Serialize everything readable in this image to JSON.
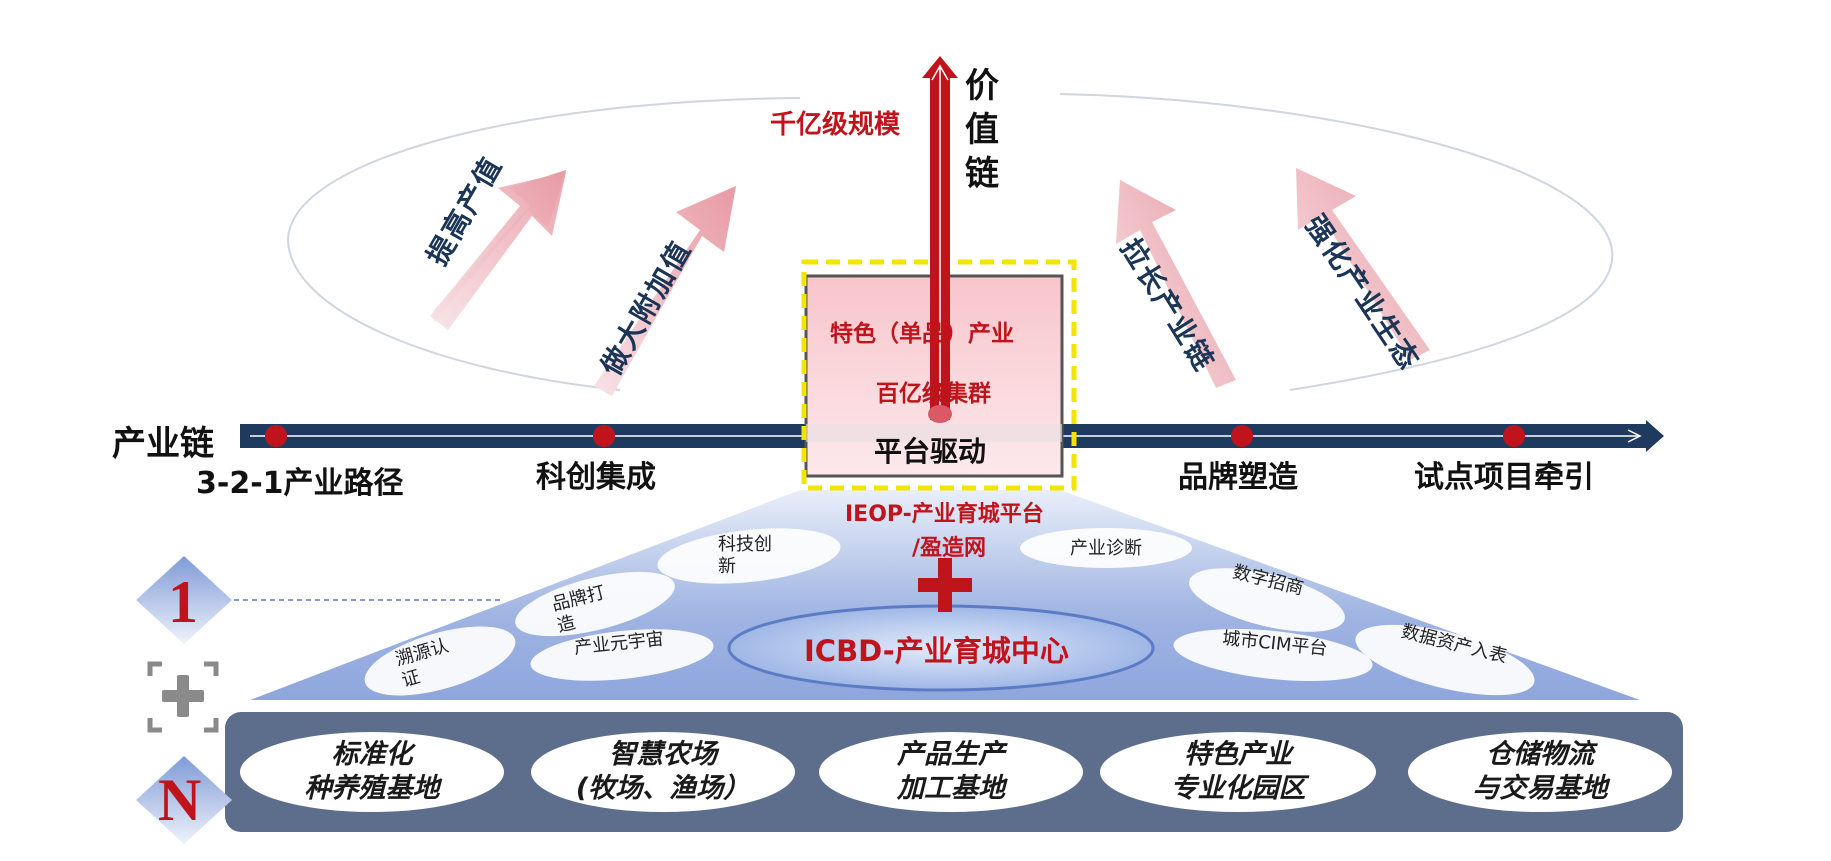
{
  "value_chain": {
    "label": "价值链",
    "scale_label": "千亿级规模"
  },
  "upward_arrows": [
    {
      "label": "提高产值"
    },
    {
      "label": "做大附加值"
    },
    {
      "label": "拉长产业链"
    },
    {
      "label": "强化产业生态"
    }
  ],
  "industry_chain": {
    "label": "产业链",
    "path_label": "3-2-1产业路径",
    "stages": [
      "科创集成",
      "品牌塑造",
      "试点项目牵引"
    ]
  },
  "platform_box": {
    "line1": "特色（单品）产业",
    "line2": "百亿级集群",
    "driver": "平台驱动"
  },
  "platform": {
    "ieop_line1": "IEOP-产业育城平台",
    "ieop_line2": "/盈造网",
    "center": "ICBD-产业育城中心"
  },
  "services": [
    "科技创新",
    "产业诊断",
    "品牌打造",
    "数字招商",
    "产业元宇宙",
    "溯源认证",
    "城市CIM平台",
    "数据资产入表"
  ],
  "model": {
    "top": "1",
    "plus": "+",
    "bottom": "N"
  },
  "bases": [
    {
      "line1": "标准化",
      "line2": "种养殖基地"
    },
    {
      "line1": "智慧农场",
      "line2": "(牧场、渔场）"
    },
    {
      "line1": "产品生产",
      "line2": "加工基地"
    },
    {
      "line1": "特色产业",
      "line2": "专业化园区"
    },
    {
      "line1": "仓储物流",
      "line2": "与交易基地"
    }
  ],
  "colors": {
    "accent_red": "#c0141c",
    "navy": "#1e3a5f",
    "base_panel": "#5d6e8c",
    "highlight_yellow": "#f2e600"
  }
}
